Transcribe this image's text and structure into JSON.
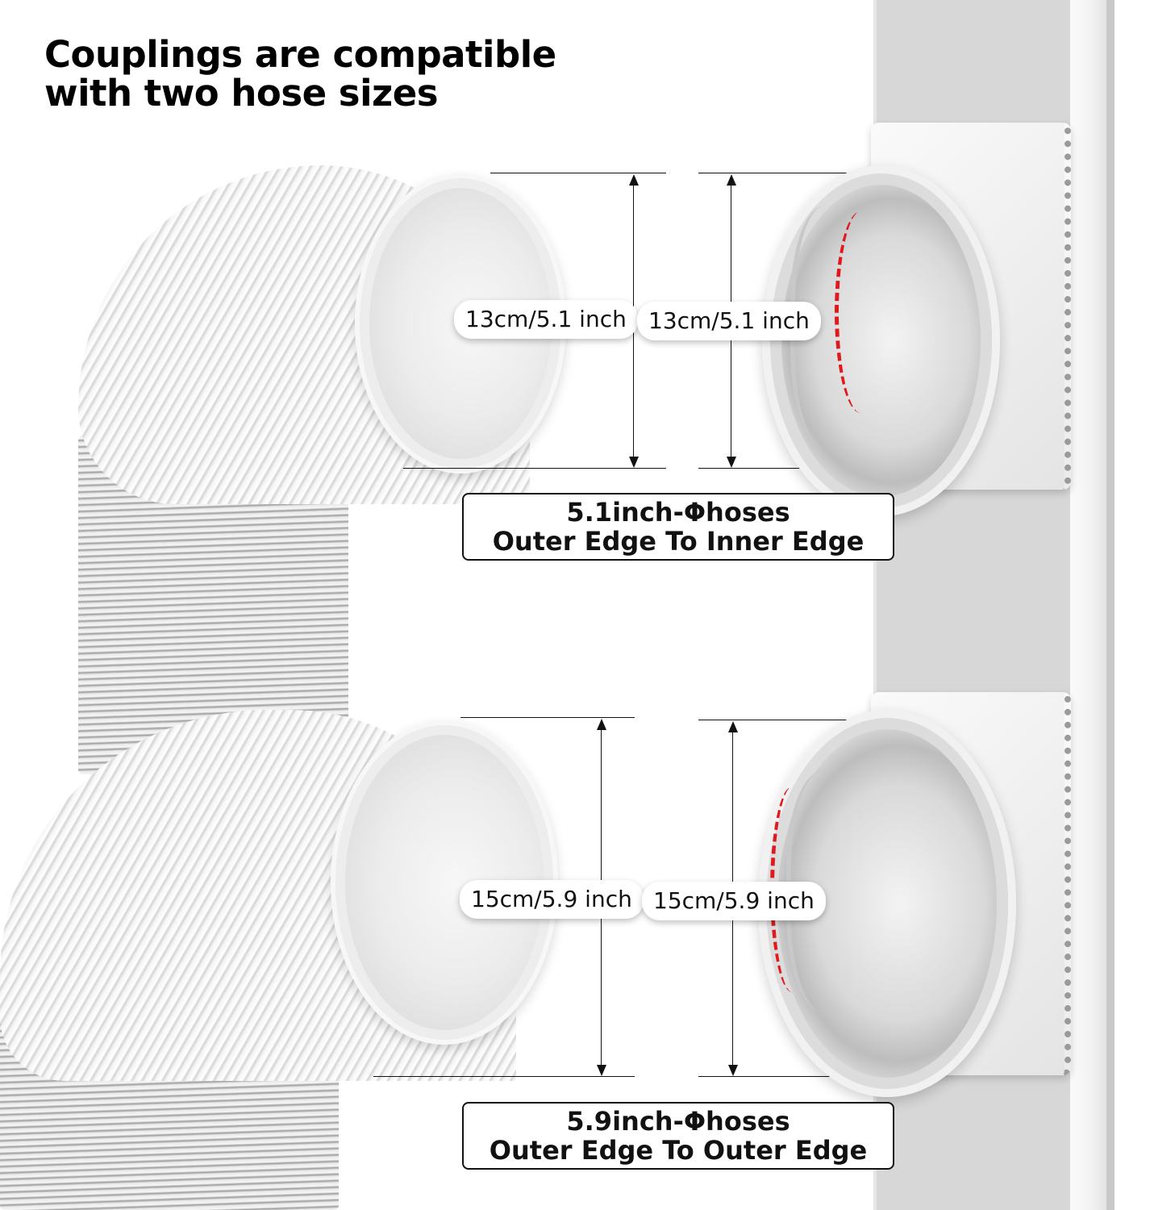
{
  "title": {
    "line1": "Couplings are compatible",
    "line2": "with two hose sizes"
  },
  "top_section": {
    "hose_dimension_label": "13cm/5.1 inch",
    "coupling_dimension_label": "13cm/5.1 inch",
    "caption_line1": "5.1inch-Φhoses",
    "caption_line2": "Outer Edge To Inner Edge"
  },
  "bottom_section": {
    "hose_dimension_label": "15cm/5.9 inch",
    "coupling_dimension_label": "15cm/5.9 inch",
    "caption_line1": "5.9inch-Φhoses",
    "caption_line2": "Outer Edge To Outer Edge"
  },
  "colors": {
    "background": "#ffffff",
    "wall_panel": "#d7d7d7",
    "dimension_line": "#111111",
    "accent_arrow_red": "#e0191e",
    "hose_white": "#f4f4f4",
    "hose_grey_rib": "#9e9e9e"
  },
  "icons": {
    "fit_arrow": "red-dashed-curved-double-arrow",
    "dimension_arrow": "black-double-headed-vertical-arrow"
  }
}
